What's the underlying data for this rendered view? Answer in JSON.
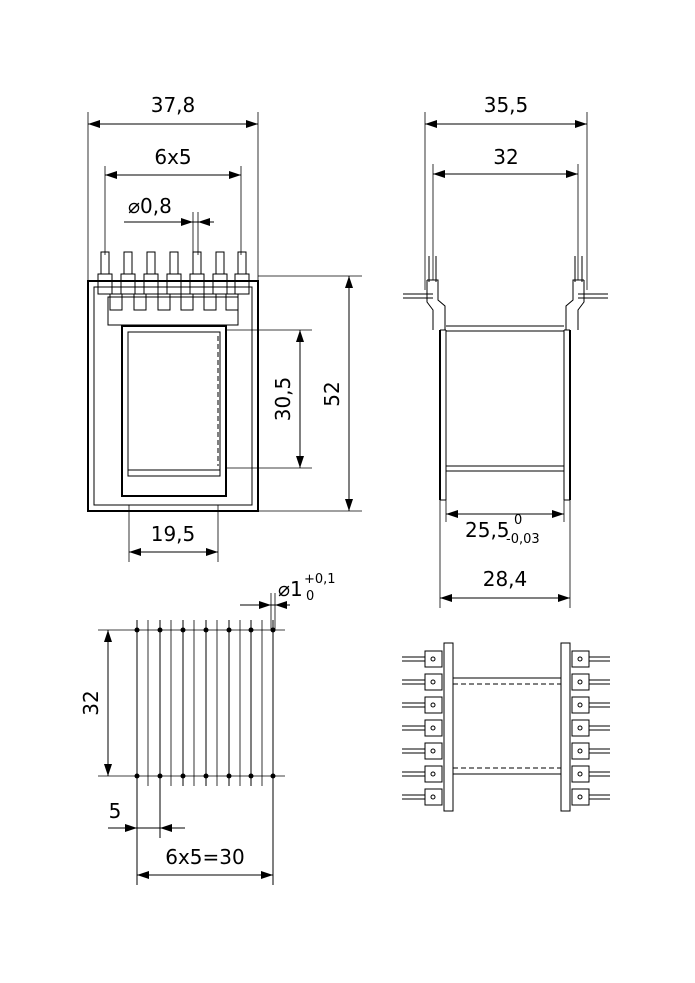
{
  "front_view": {
    "overall_width": "37,8",
    "pin_spacing": "6x5",
    "pin_diameter": "⌀0,8",
    "window_height": "30,5",
    "overall_height": "52",
    "window_width": "19,5"
  },
  "side_view": {
    "overall_width": "35,5",
    "pin_row_width": "32",
    "core_width_value": "25,5",
    "core_width_tol_upper": "0",
    "core_width_tol_lower": "-0,03",
    "flange_width": "28,4"
  },
  "pcb_layout": {
    "hole_diameter": "⌀1",
    "hole_tol_upper": "+0,1",
    "hole_tol_lower": "0",
    "row_spacing": "32",
    "pitch": "5",
    "total_pitch": "6x5=30"
  }
}
